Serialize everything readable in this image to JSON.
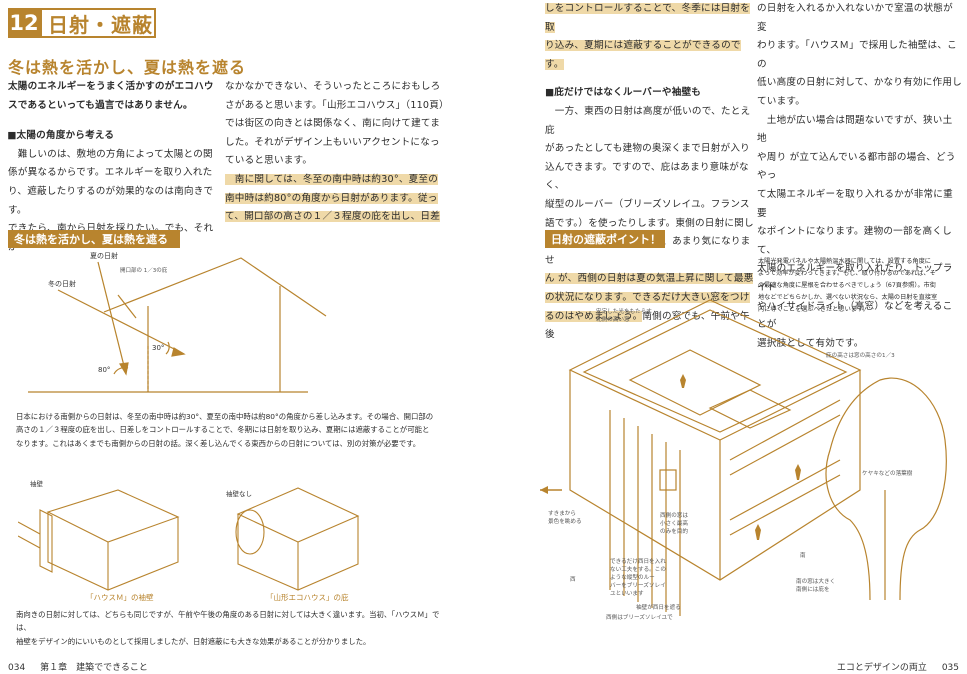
{
  "left": {
    "chapter_number": "12",
    "chapter_title": "日射・遮蔽",
    "subtitle": "冬は熱を活かし、夏は熱を遮る",
    "col1": [
      "太陽のエネルギーをうまく活かすのがエコハウ",
      "スであるといっても過言ではありません。"
    ],
    "col1_heading": "■太陽の角度から考える",
    "col1_body": [
      "　難しいのは、敷地の方角によって太陽との関",
      "係が異なるからです。エネルギーを取り入れた",
      "り、遮蔽したりするのが効果的なのは南向きです。",
      "できたら、南から日射を採りたい。でも、それが"
    ],
    "col2": [
      "なかなかできない、そういったところにおもしろ",
      "さがあると思います。「山形エコハウス」（110頁）",
      "では街区の向きとは関係なく、南に向けて建てま",
      "した。それがデザイン上もいいアクセントになっ",
      "ていると思います。"
    ],
    "col2_hl": [
      "　南に関しては、冬至の南中時は約30°、夏至の",
      "南中時は約80°の角度から日射があります。従っ",
      "て、開口部の高さの１／３程度の庇を出し、日差"
    ],
    "section_bar": "冬は熱を活かし、夏は熱を遮る",
    "diagram_labels": {
      "summer_sun": "夏の日射",
      "winter_sun": "冬の日射",
      "eave_note": "開口部の\n1／3の庇",
      "angle_30": "30°",
      "angle_80": "80°"
    },
    "caption1": [
      "日本における南側からの日射は、冬至の南中時は約30°、夏至の南中時は約80°の角度から差し込みます。その場合、開口部の",
      "高さの１／３程度の庇を出し、日差しをコントロールすることで、冬期には日射を取り込み、夏期には遮蔽することが可能と",
      "なります。これはあくまでも南側からの日射の話。深く差し込んでくる東西からの日射については、別の対策が必要です。"
    ],
    "house1_label": "袖壁",
    "house2_label": "袖壁なし",
    "house1_caption": "「ハウスＭ」の袖壁",
    "house2_caption": "「山形エコハウス」の庇",
    "caption2": [
      "南向きの日射に対しては、どちらも同じですが、午前や午後の角度のある日射に対しては大きく違います。当初、「ハウスＭ」では、",
      "袖壁をデザイン的にいいものとして採用しましたが、日射遮蔽にも大きな効果があることが分かりました。"
    ],
    "footer_page": "034",
    "footer_chapter": "第１章　建築でできること"
  },
  "right": {
    "top_hl": [
      "しをコントロールすることで、冬季には日射を取",
      "り込み、夏期には遮蔽することができるのです。"
    ],
    "heading2": "■庇だけではなくルーバーや袖壁も",
    "col1_body": [
      "　一方、東西の日射は高度が低いので、たとえ庇",
      "があったとしても建物の奥深くまで日射が入り",
      "込んできます。ですので、庇はあまり意味がなく、",
      "縦型のルーバー（ブリーズソレイユ。フランス",
      "語です。）を使ったりします。東側の日射に関し",
      "ては、朝なので気温も低く、あまり気になりませ"
    ],
    "col1_hl": [
      "ん が、西側の日射は夏の気温上昇に関して最悪",
      "の状況になります。できるだけ大きい窓をつけ",
      "るのはやめましょう。"
    ],
    "col1_tail": "南側の窓でも、午前や午後",
    "col2": [
      "の日射を入れるか入れないかで室温の状態が変",
      "わります。「ハウスＭ」で採用した袖壁は、この",
      "低い高度の日射に対して、かなり有効に作用し",
      "ています。",
      "　土地が広い場合は問題ないですが、狭い土地",
      "や周り が立て込んでいる都市部の場合、どうやっ",
      "て太陽エネルギーを取り入れるかが非常に重要",
      "なポイントになります。建物の一部を高くして、",
      "太陽のエネルギーを取り入れたり、トップライト",
      "やハイサイドライト（高窓）などを考えることが",
      "選択肢として有効です。"
    ],
    "section_bar": "日射の遮蔽ポイント！",
    "side_note": [
      "太陽光発電パネルや太陽熱温水器に関しては、設置する角度に",
      "よって効率が変わってきます。もし、取り付けるのであれば、そ",
      "の最適な角度に屋根を合わせるべきでしょう（67頁参照）。市街",
      "地などでどちらかしか、選べない状況なら、太陽の日射を直接室",
      "内に導くことを選ぶべきだと思います。"
    ],
    "annotations": {
      "a1": "安定した光をもたらす\n北側の高い窓",
      "a2": "庇の高さは窓の高さの1／3",
      "a3": "ケヤキなどの落葉樹",
      "a4": "すきまから\n景色を眺める",
      "a5": "西側の窓は\n小さく最高\nのみを目的",
      "a6": "できるだけ西日を入れ\nない工夫をする。この\nような縦型のルー\nバーをブリーズソレイ\nユといいます",
      "a7": "袖壁が西日を遮る",
      "a8": "南",
      "a9": "南の窓は大きく\n南側には庇を",
      "a10": "西側はブリーズソレイユで",
      "west": "西"
    },
    "footer_title": "エコとデザインの両立",
    "footer_page": "035"
  },
  "colors": {
    "accent": "#b8842e",
    "highlight": "#efd9a8"
  }
}
